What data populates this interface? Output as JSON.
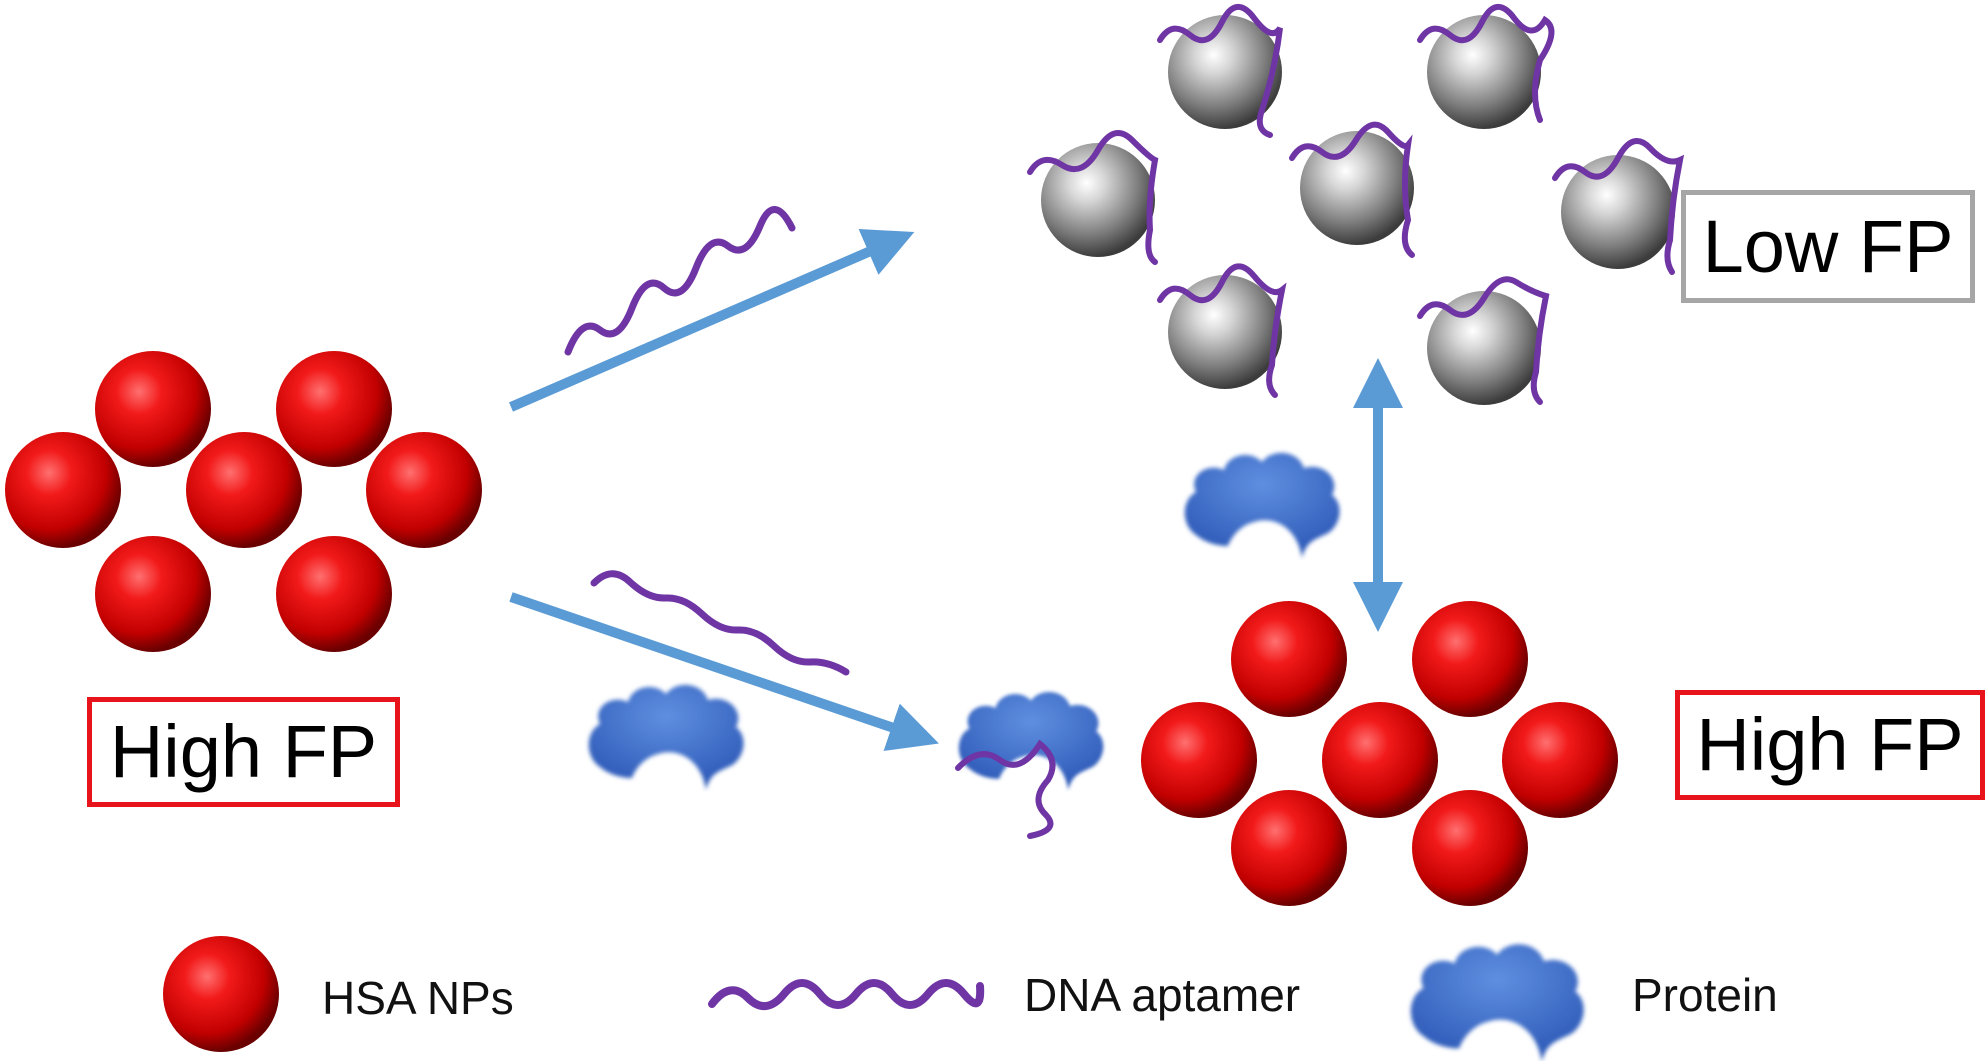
{
  "labels": {
    "high_fp_left": "High FP",
    "low_fp": "Low FP",
    "high_fp_right": "High FP"
  },
  "legend": {
    "hsa_nps": "HSA NPs",
    "dna_aptamer": "DNA aptamer",
    "protein": "Protein"
  },
  "colors": {
    "nanoparticle_red": "#e8141b",
    "nanoparticle_gray": "#8c8c8c",
    "aptamer_purple": "#6f35a5",
    "protein_blue": "#3f6fc9",
    "arrow_blue": "#5a9bd5",
    "high_fp_border": "#e8141b",
    "low_fp_border": "#a6a6a6"
  }
}
